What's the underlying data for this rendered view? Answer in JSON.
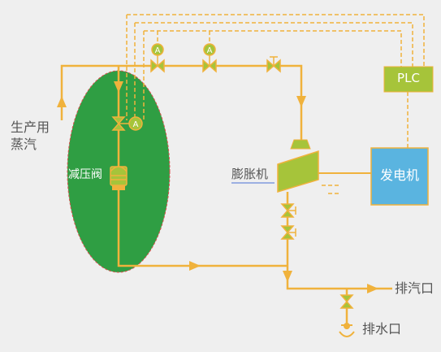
{
  "labels": {
    "steam_in_line1": "生产用",
    "steam_in_line2": "蒸汽",
    "reducing_valve": "减压阀",
    "expander": "膨胀机",
    "plc": "PLC",
    "generator": "发电机",
    "exhaust_outlet": "排汽口",
    "drain_outlet": "排水口",
    "actuator_a1": "A",
    "actuator_a2": "A",
    "actuator_a3": "A"
  },
  "colors": {
    "pipe": "#f0b23c",
    "bubble_fill": "#2f9e43",
    "bubble_border": "#d9534f",
    "valve_fill": "#a6c43a",
    "plc_fill": "#a6c43a",
    "generator_fill": "#5ab4e0",
    "text": "#555555",
    "control_line": "#f0b23c"
  },
  "icons": [
    "flow-arrow-icon",
    "gate-valve-icon",
    "actuator-a-icon",
    "trap-icon",
    "expander-turbine-icon"
  ]
}
